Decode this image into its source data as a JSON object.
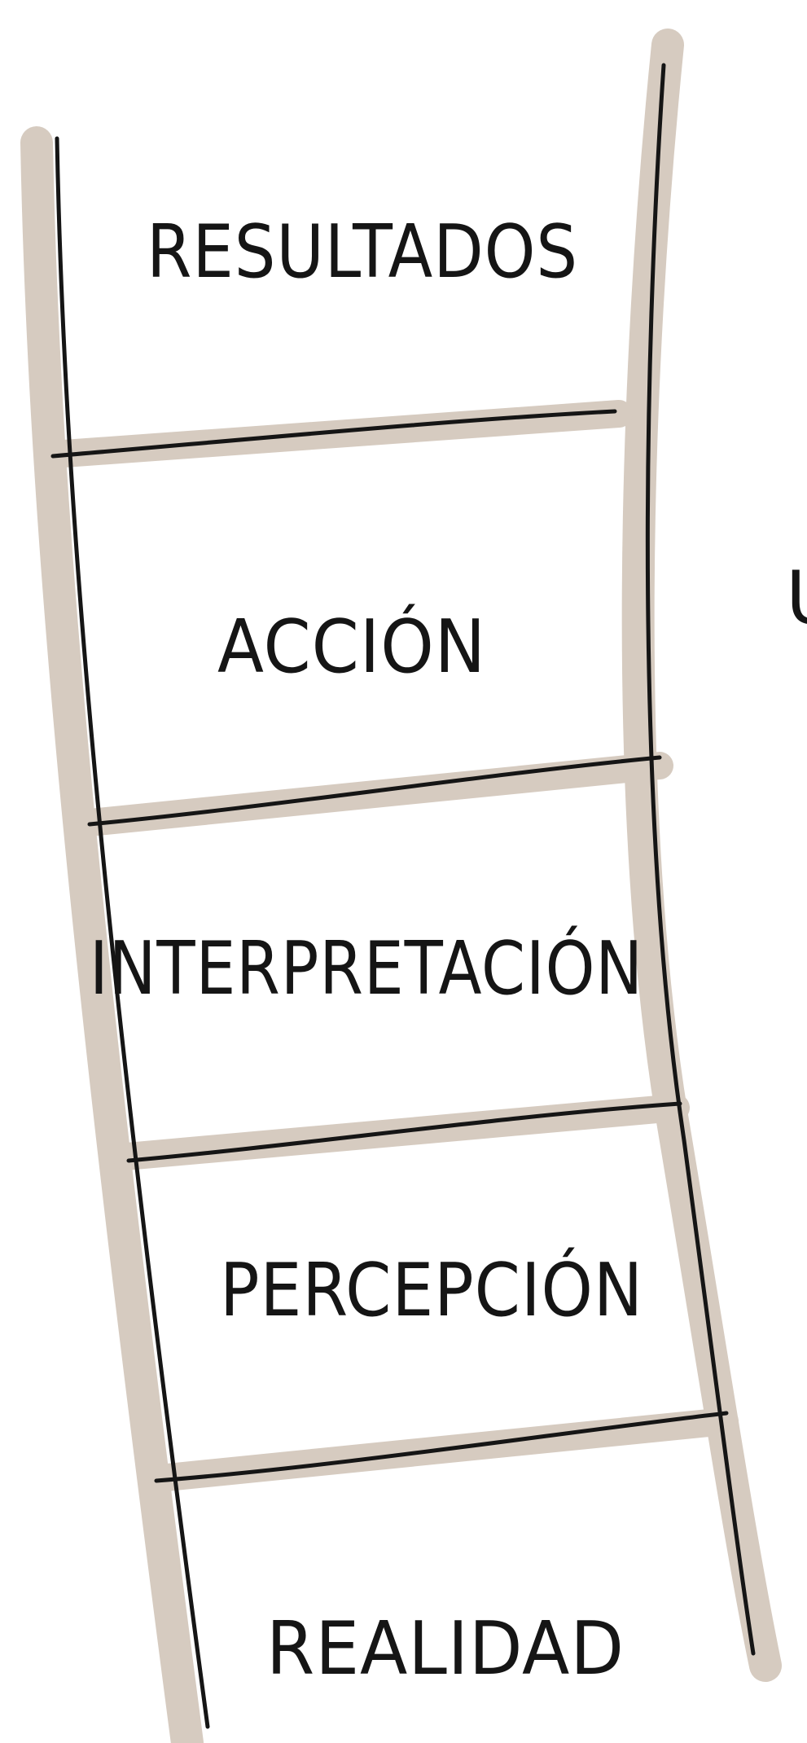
{
  "diagram": {
    "steps_top_to_bottom": [
      "RESULTADOS",
      "ACCIÓN",
      "INTERPRETACIÓN",
      "PERCEPCIÓN",
      "REALIDAD"
    ],
    "clipped_right_text": "U",
    "colors": {
      "wood": "#d6cbc0",
      "ink": "#151515",
      "background": "#ffffff"
    }
  }
}
